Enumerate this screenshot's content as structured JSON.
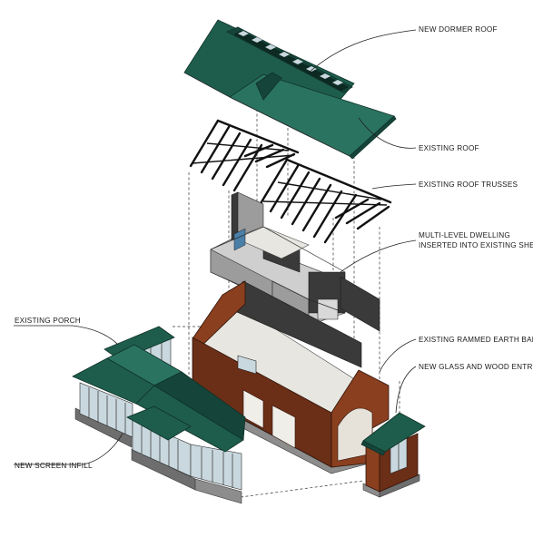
{
  "labels": {
    "new_dormer_roof": "NEW DORMER ROOF",
    "existing_roof": "EXISTING ROOF",
    "existing_roof_trusses": "EXISTING ROOF TRUSSES",
    "multi_level_line1": "MULTI-LEVEL DWELLING",
    "multi_level_line2": "INSERTED INTO EXISTING SHELL",
    "existing_porch": "EXISTING PORCH",
    "existing_rammed_earth_barn": "EXISTING RAMMED EARTH BARN",
    "new_glass_wood_entry": "NEW GLASS AND WOOD ENTRY",
    "new_screen_infill": "NEW SCREEN INFILL"
  },
  "colors": {
    "roof": "#1e5d4c",
    "rammed_earth": "#6b2e17",
    "glass": "#c9d8de",
    "plinth": "#8d8d8d"
  }
}
